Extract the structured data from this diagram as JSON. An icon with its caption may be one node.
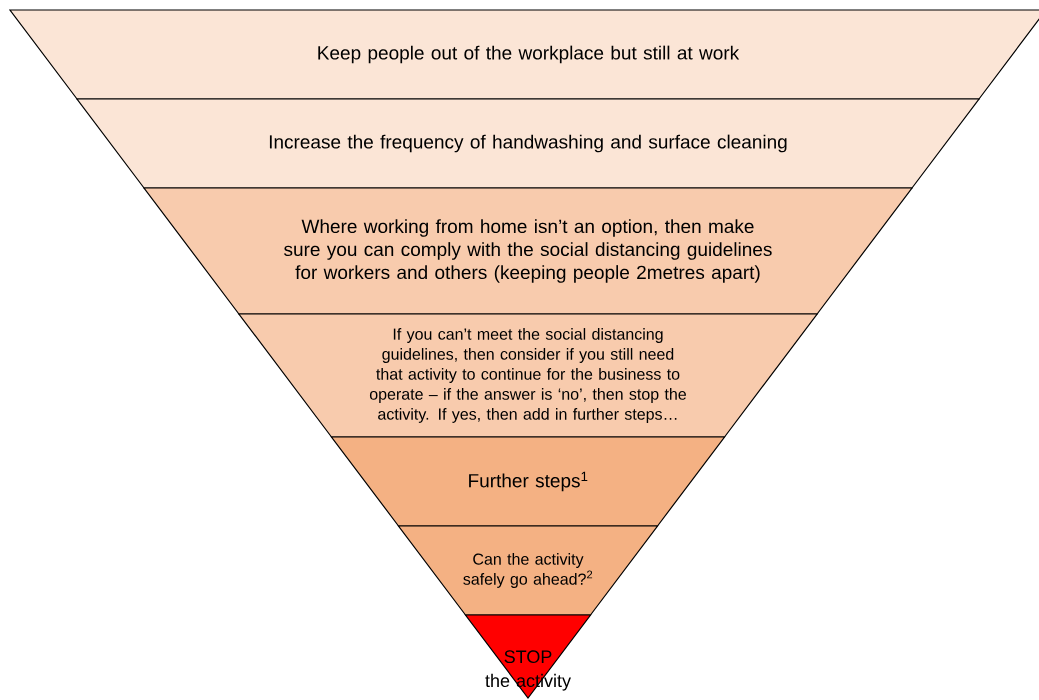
{
  "diagram": {
    "nodes": [
      {
        "text": [
          "Keep people out of the workplace but still at work"
        ]
      },
      {
        "text": [
          "Increase the frequency of handwashing and surface cleaning"
        ]
      },
      {
        "text": [
          "Where working from home isn’t an option, then make sure you can comply with the social distancing guidelines for workers and others (keeping people 2metres apart)"
        ]
      },
      {
        "text": [
          "If you can’t meet the social distancing guidelines, then consider if you still need that activity to continue for the business to operate – if the answer is ‘no’, then stop the activity.  If yes, then add in further steps…"
        ]
      },
      {
        "text": [
          "Further steps$^{1}$"
        ]
      },
      {
        "text": [
          "Can the activity safely go ahead?$^{2}$"
        ]
      },
      {
        "text": [
          "STOP",
          "the activity"
        ]
      }
    ]
  }
}
